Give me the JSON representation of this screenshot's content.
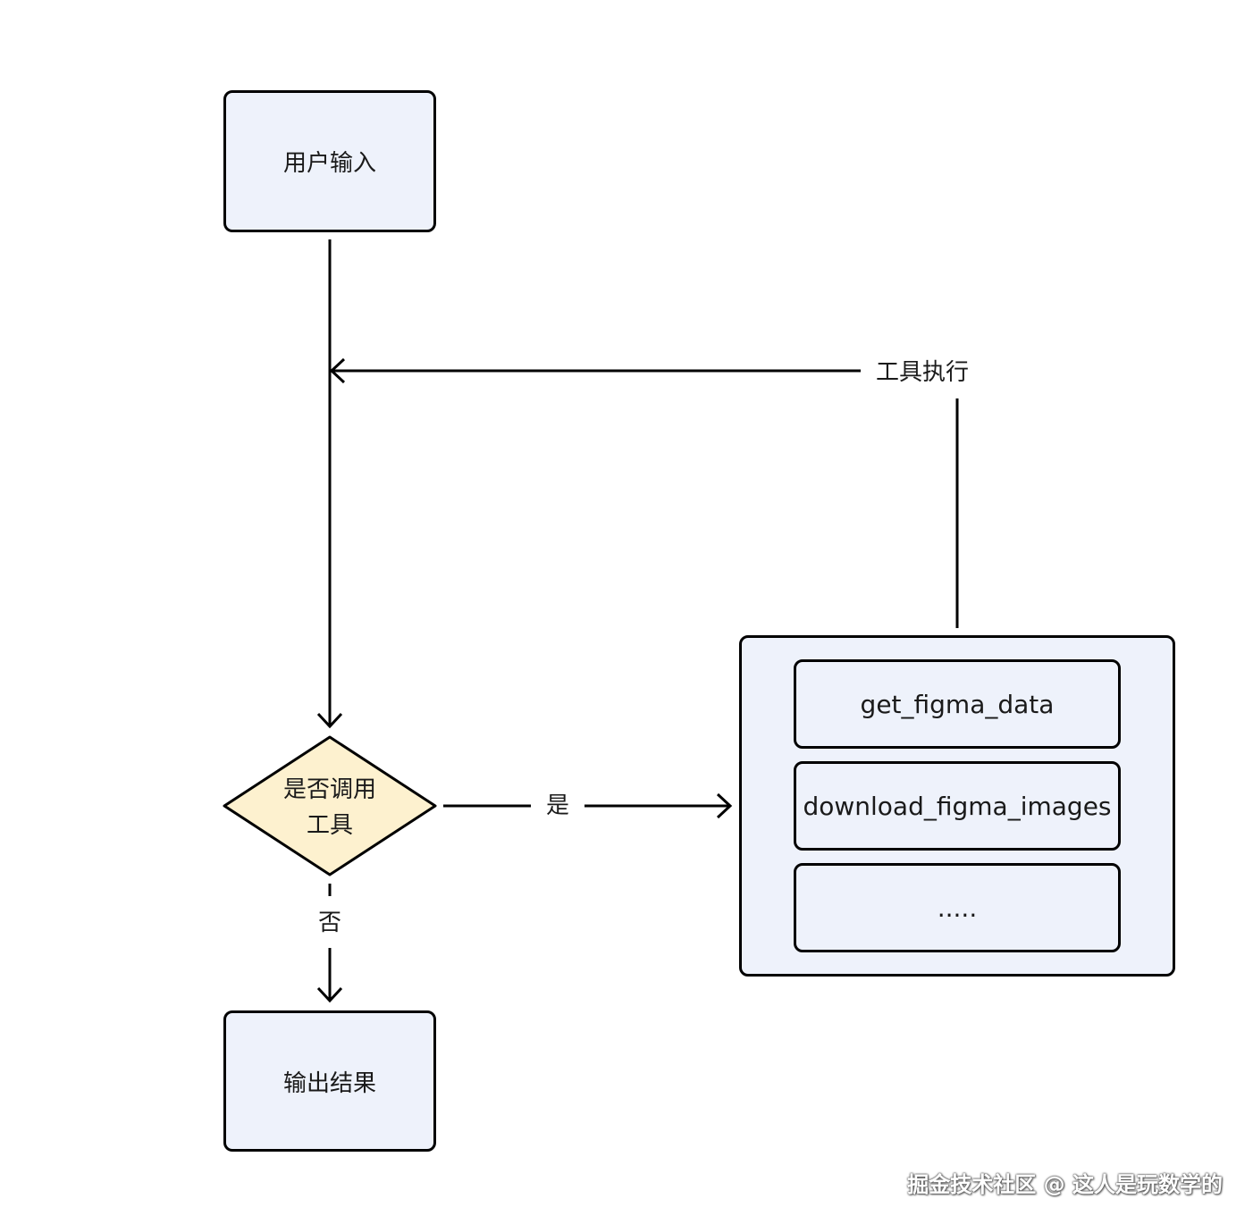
{
  "nodes": {
    "user_input": "用户输入",
    "decision_line1": "是否调用",
    "decision_line2": "工具",
    "output": "输出结果"
  },
  "tools": {
    "items": [
      "get_figma_data",
      "download_figma_images",
      "....."
    ]
  },
  "edge_labels": {
    "tool_exec": "工具执行",
    "yes": "是",
    "no": "否"
  },
  "watermark": "掘金技术社区 @ 这人是玩数学的",
  "colors": {
    "node_fill": "#eef2fb",
    "decision_fill": "#fdf1cf",
    "stroke": "#000000"
  }
}
